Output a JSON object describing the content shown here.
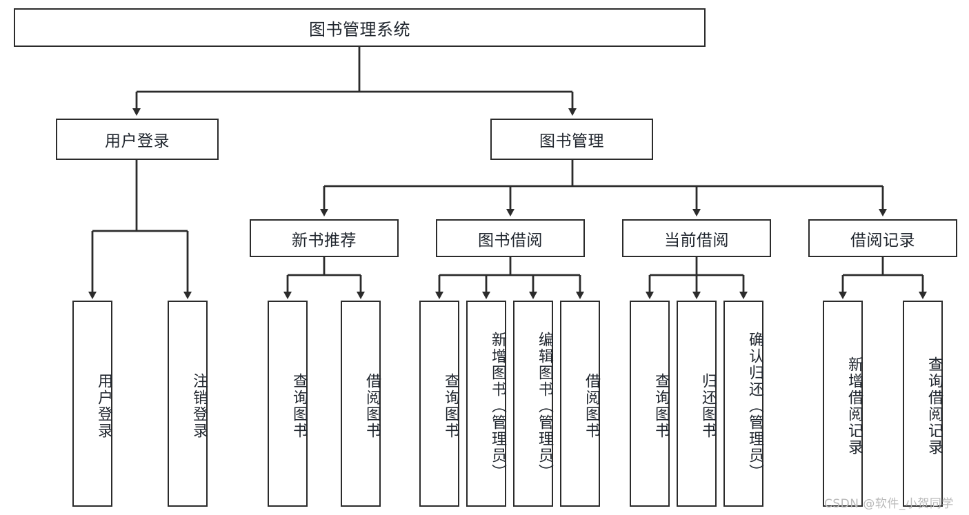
{
  "diagram": {
    "title": "图书管理系统",
    "type": "hierarchy-tree",
    "root": {
      "id": "root",
      "label": "图书管理系统"
    },
    "level2": [
      {
        "id": "user-login",
        "label": "用户登录"
      },
      {
        "id": "book-management",
        "label": "图书管理"
      }
    ],
    "level3": [
      {
        "id": "new-book-recommend",
        "label": "新书推荐",
        "parent": "book-management"
      },
      {
        "id": "book-borrow",
        "label": "图书借阅",
        "parent": "book-management"
      },
      {
        "id": "current-borrow",
        "label": "当前借阅",
        "parent": "book-management"
      },
      {
        "id": "borrow-record",
        "label": "借阅记录",
        "parent": "book-management"
      }
    ],
    "leaves": [
      {
        "id": "leaf-user-login",
        "label": "用户登录",
        "parent": "user-login"
      },
      {
        "id": "leaf-logout",
        "label": "注销登录",
        "parent": "user-login"
      },
      {
        "id": "leaf-query-book-1",
        "label": "查询图书",
        "parent": "new-book-recommend"
      },
      {
        "id": "leaf-borrow-book-1",
        "label": "借阅图书",
        "parent": "new-book-recommend"
      },
      {
        "id": "leaf-query-book-2",
        "label": "查询图书",
        "parent": "book-borrow"
      },
      {
        "id": "leaf-add-book",
        "label": "新增图书（管理员）",
        "parent": "book-borrow"
      },
      {
        "id": "leaf-edit-book",
        "label": "编辑图书（管理员）",
        "parent": "book-borrow"
      },
      {
        "id": "leaf-borrow-book-2",
        "label": "借阅图书",
        "parent": "book-borrow"
      },
      {
        "id": "leaf-query-book-3",
        "label": "查询图书",
        "parent": "current-borrow"
      },
      {
        "id": "leaf-return-book",
        "label": "归还图书",
        "parent": "current-borrow"
      },
      {
        "id": "leaf-confirm-return",
        "label": "确认归还（管理员）",
        "parent": "current-borrow"
      },
      {
        "id": "leaf-add-record",
        "label": "新增借阅记录",
        "parent": "borrow-record"
      },
      {
        "id": "leaf-query-record",
        "label": "查询借阅记录",
        "parent": "borrow-record"
      }
    ]
  },
  "watermark": {
    "text": "CSDN @软件_小贺同学"
  },
  "colors": {
    "stroke": "#2b2b2b",
    "text": "#20262e",
    "background": "#ffffff",
    "watermark": "#b9b9b9"
  }
}
